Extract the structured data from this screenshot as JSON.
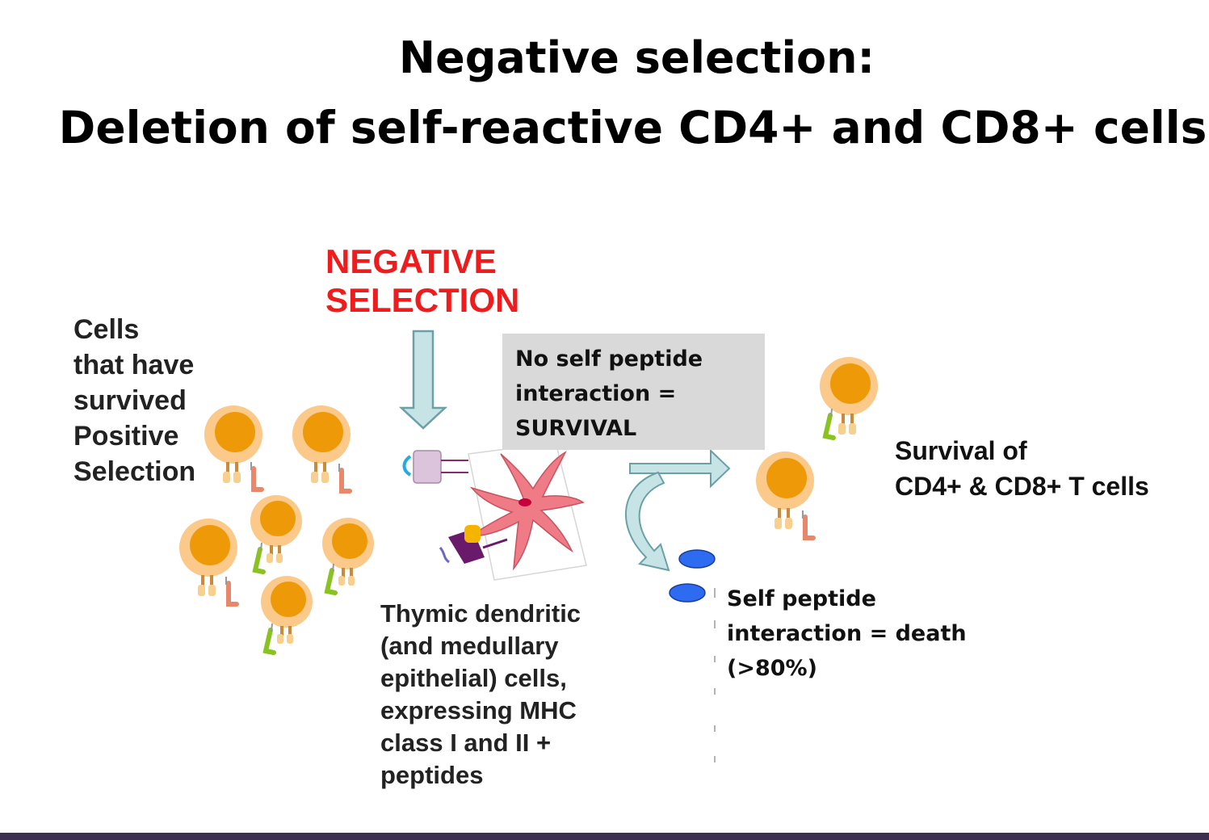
{
  "title": {
    "line1": "Negative selection:",
    "line2": "Deletion of self-reactive CD4+ and CD8+ cells"
  },
  "negative_selection_label": [
    "NEGATIVE",
    "SELECTION"
  ],
  "cells_label": [
    "Cells",
    "that have",
    "survived",
    "Positive",
    "Selection"
  ],
  "survival_box": [
    "No self peptide",
    "interaction =",
    "SURVIVAL"
  ],
  "survival_label": [
    "Survival of",
    "CD4+ & CD8+ T cells"
  ],
  "thymic_label": [
    "Thymic dendritic",
    "(and medullary",
    "epithelial) cells,",
    "expressing MHC",
    "class I and II  +",
    "peptides"
  ],
  "death_label": [
    "Self peptide",
    "interaction = death",
    "(>80%)"
  ],
  "colors": {
    "negative_red": "#ee1c1c",
    "cell_outer": "#fbc98a",
    "cell_nucleus": "#ee9a08",
    "receptor_salmon": "#e8876a",
    "receptor_green": "#8ac222",
    "arrow_fill": "#c6e4e6",
    "arrow_stroke": "#6aa0a6",
    "dendritic": "#ee7b86",
    "peptide_blue": "#2d6cf0",
    "box_gray": "#d9d9d9",
    "footer_bar": "#3d2f4f"
  }
}
